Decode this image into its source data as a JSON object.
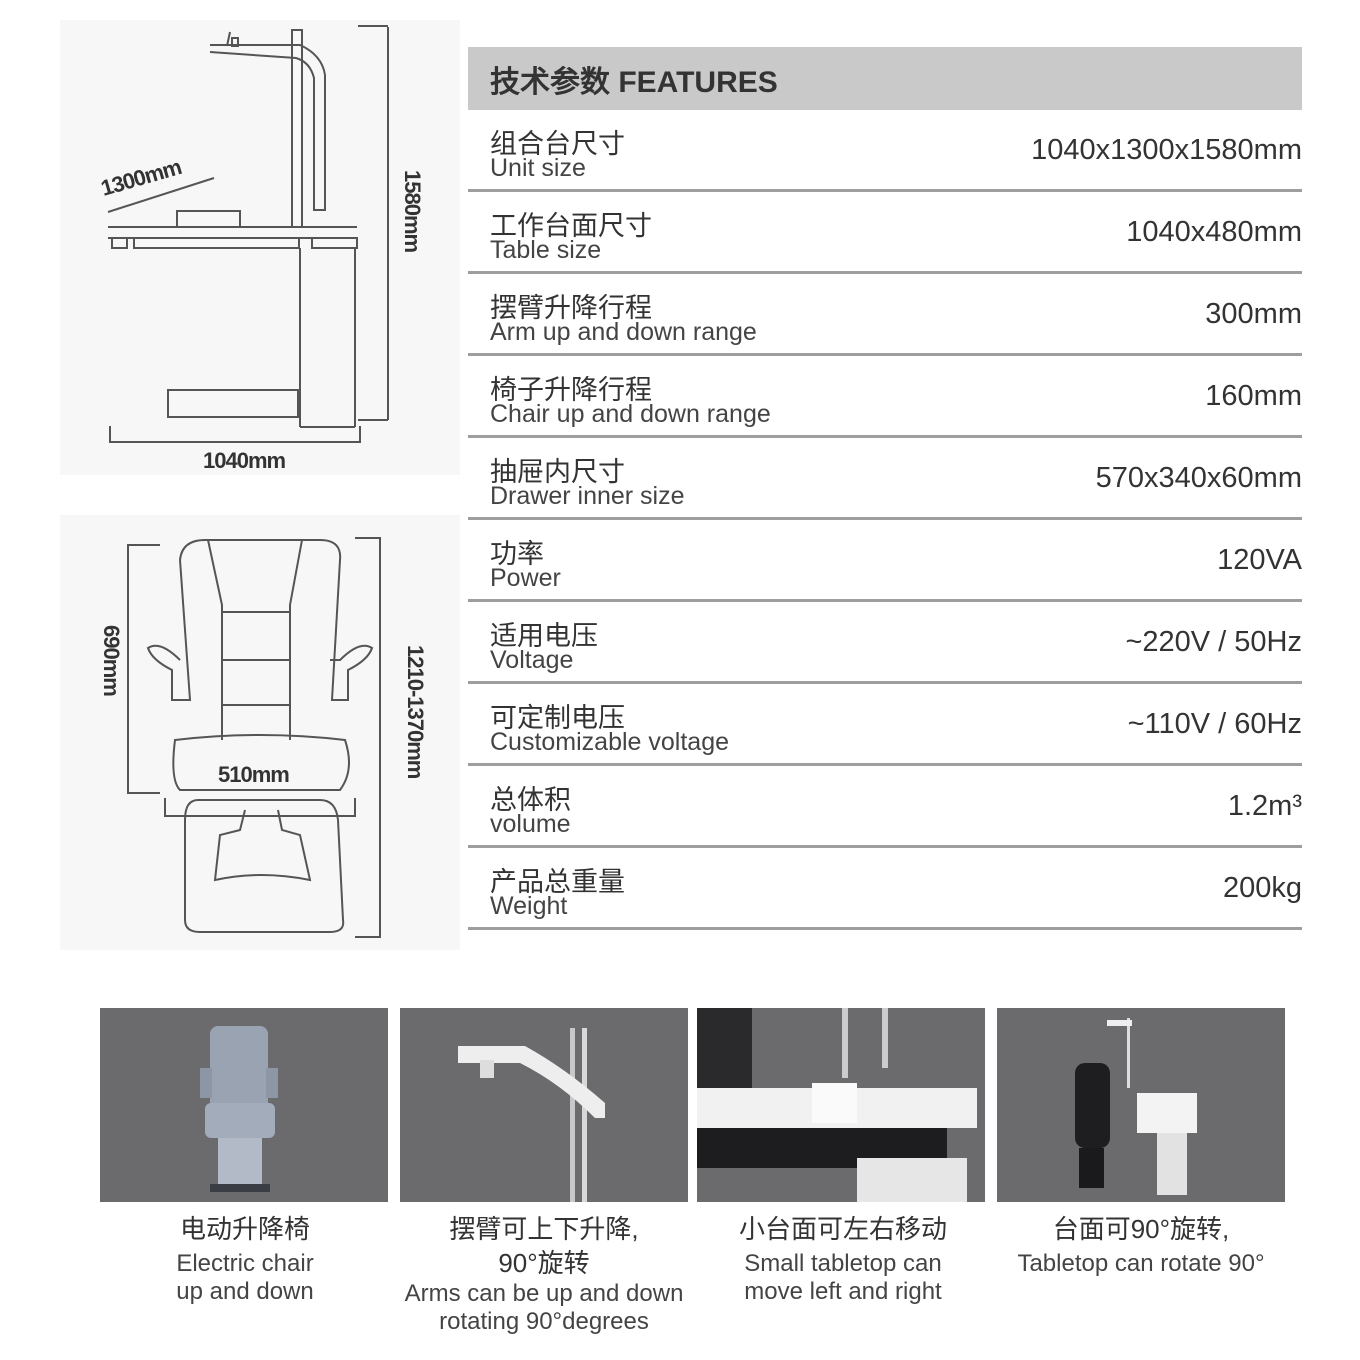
{
  "dimensions": {
    "unit_depth": "1300mm",
    "unit_height": "1580mm",
    "unit_width": "1040mm",
    "chair_height_seat": "690mm",
    "chair_height_range": "1210-1370mm",
    "chair_width": "510mm"
  },
  "spec_table": {
    "title": "技术参数 FEATURES",
    "rows": [
      {
        "cn": "组合台尺寸",
        "en": "Unit size",
        "value": "1040x1300x1580mm"
      },
      {
        "cn": "工作台面尺寸",
        "en": "Table size",
        "value": "1040x480mm"
      },
      {
        "cn": "摆臂升降行程",
        "en": "Arm up and down range",
        "value": "300mm"
      },
      {
        "cn": "椅子升降行程",
        "en": "Chair up and down range",
        "value": "160mm"
      },
      {
        "cn": "抽屉内尺寸",
        "en": "Drawer inner size",
        "value": "570x340x60mm"
      },
      {
        "cn": "功率",
        "en": "Power",
        "value": "120VA"
      },
      {
        "cn": "适用电压",
        "en": "Voltage",
        "value": "~220V / 50Hz"
      },
      {
        "cn": "可定制电压",
        "en": "Customizable voltage",
        "value": "~110V / 60Hz"
      },
      {
        "cn": "总体积",
        "en": "volume",
        "value": "1.2m³"
      },
      {
        "cn": "产品总重量",
        "en": "Weight",
        "value": "200kg"
      }
    ]
  },
  "features": [
    {
      "cn": "电动升降椅",
      "en1": "Electric chair",
      "en2": "up and down",
      "en3": ""
    },
    {
      "cn": "摆臂可上下升降,",
      "cn2": "90°旋转",
      "en1": "Arms can be up and down",
      "en2": "rotating 90°degrees"
    },
    {
      "cn": "小台面可左右移动",
      "en1": "Small tabletop can",
      "en2": "move left and right"
    },
    {
      "cn": "台面可90°旋转,",
      "en1": "Tabletop can rotate 90°"
    }
  ],
  "colors": {
    "header_bg": "#c9c9c9",
    "photo_bg": "#6b6b6d",
    "rule": "#9e9e9e"
  }
}
